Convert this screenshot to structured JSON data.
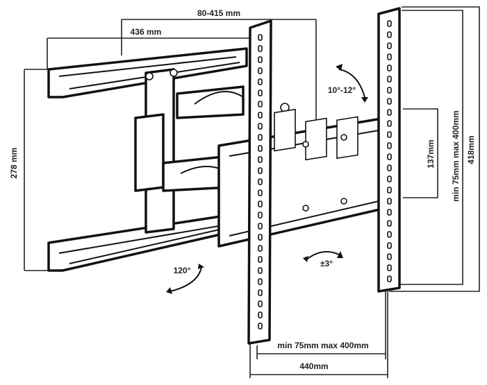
{
  "title": "Full-motion TV wall mount dimensions",
  "dimensions": {
    "arm_extension": "80-415 mm",
    "arm_width": "436 mm",
    "wall_plate_height": "278 mm",
    "tilt": "10°-12°",
    "plate_height": "137mm",
    "vesa_vertical": "min 75mm max 400mm",
    "rail_height": "418mm",
    "swivel": "120°",
    "rotation": "±3°",
    "vesa_horizontal": "min 75mm max 400mm",
    "overall_width": "440mm"
  }
}
